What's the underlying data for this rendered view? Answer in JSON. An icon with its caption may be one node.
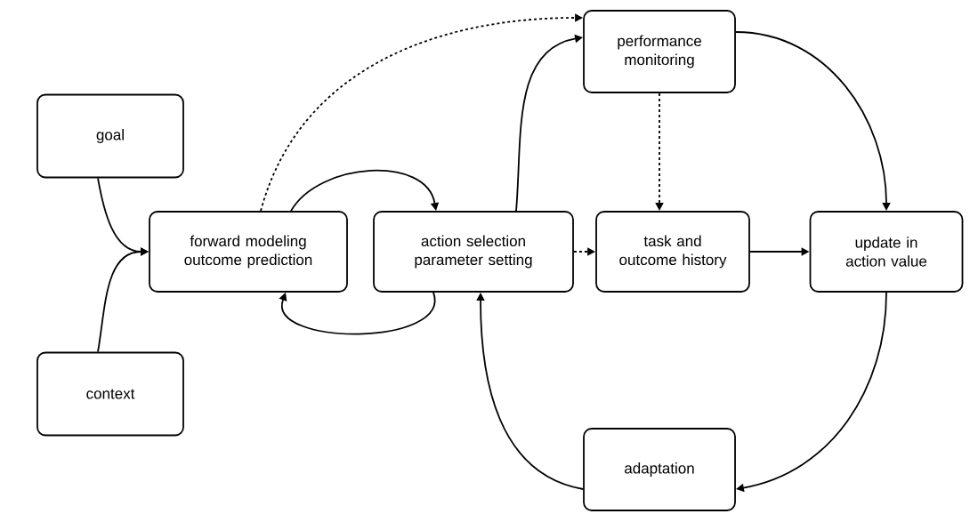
{
  "diagram": {
    "nodes": [
      {
        "text": [
          "goal"
        ]
      },
      {
        "text": [
          "context"
        ]
      },
      {
        "text": [
          "forward modeling outcome prediction"
        ]
      },
      {
        "text": [
          "action selection parameter setting"
        ]
      },
      {
        "text": [
          "performance monitoring"
        ]
      },
      {
        "text": [
          "task and outcome history"
        ]
      },
      {
        "text": [
          "update in action value"
        ]
      },
      {
        "text": [
          "adaptation"
        ]
      }
    ],
    "edges": [
      {
        "from": 0,
        "to": 2,
        "arrow": "to"
      },
      {
        "from": 1,
        "to": 2,
        "arrow": "to"
      },
      {
        "from": 2,
        "to": 3,
        "arrow": "to"
      },
      {
        "from": 3,
        "to": 2,
        "arrow": "to"
      },
      {
        "from": 2,
        "to": 4,
        "arrow": "to",
        "style": "dashed"
      },
      {
        "from": 3,
        "to": 4,
        "arrow": "to"
      },
      {
        "from": 3,
        "to": 5,
        "arrow": "to",
        "style": "dashed"
      },
      {
        "from": 4,
        "to": 5,
        "arrow": "to",
        "style": "dashed"
      },
      {
        "from": 4,
        "to": 6,
        "arrow": "to"
      },
      {
        "from": 5,
        "to": 6,
        "arrow": "to"
      },
      {
        "from": 6,
        "to": 7,
        "arrow": "to"
      },
      {
        "from": 7,
        "to": 3,
        "arrow": "to"
      }
    ]
  }
}
